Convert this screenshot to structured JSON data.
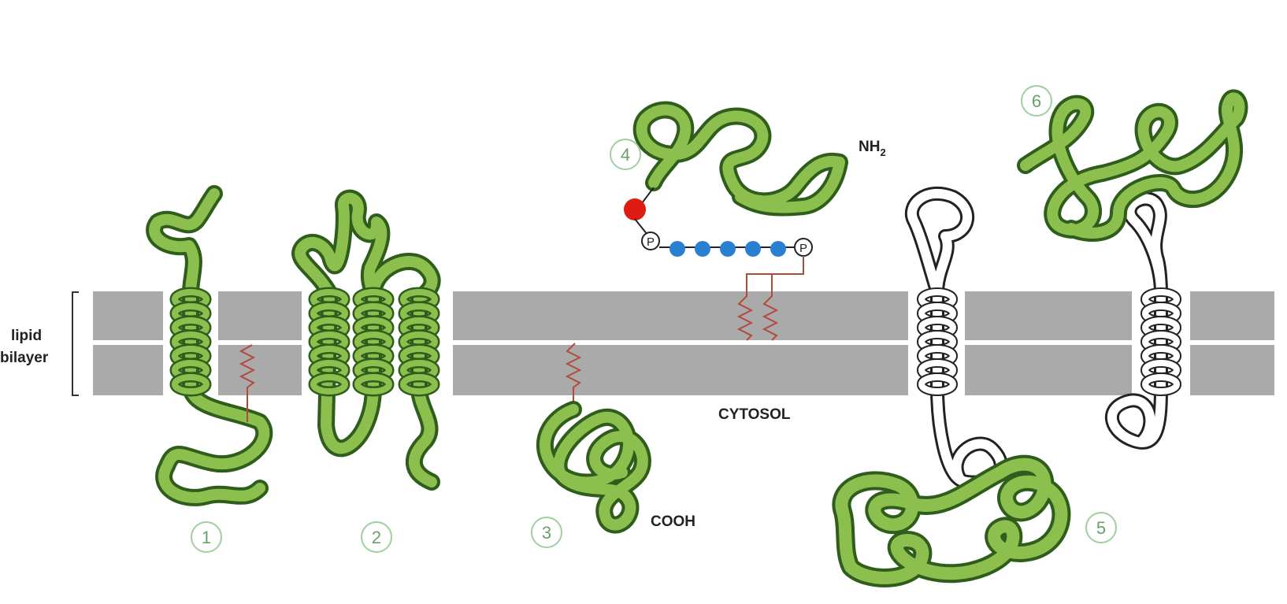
{
  "labels": {
    "bilayer_line1": "lipid",
    "bilayer_line2": "bilayer",
    "cytosol": "CYTOSOL",
    "nh2": "NH",
    "nh2_sub": "2",
    "cooh": "COOH",
    "phosphate": "P"
  },
  "proteins": [
    "1",
    "2",
    "3",
    "4",
    "5",
    "6"
  ],
  "colors": {
    "protein_fill": "#8cbf4d",
    "protein_outline": "#2f5d1c",
    "membrane": "#aaaaaa",
    "lipid_anchor": "#b24a3a",
    "sugar_chain": "#2a7fd4",
    "anchor_head": "#dd1c12",
    "marker_circle": "#9fcf9f"
  }
}
